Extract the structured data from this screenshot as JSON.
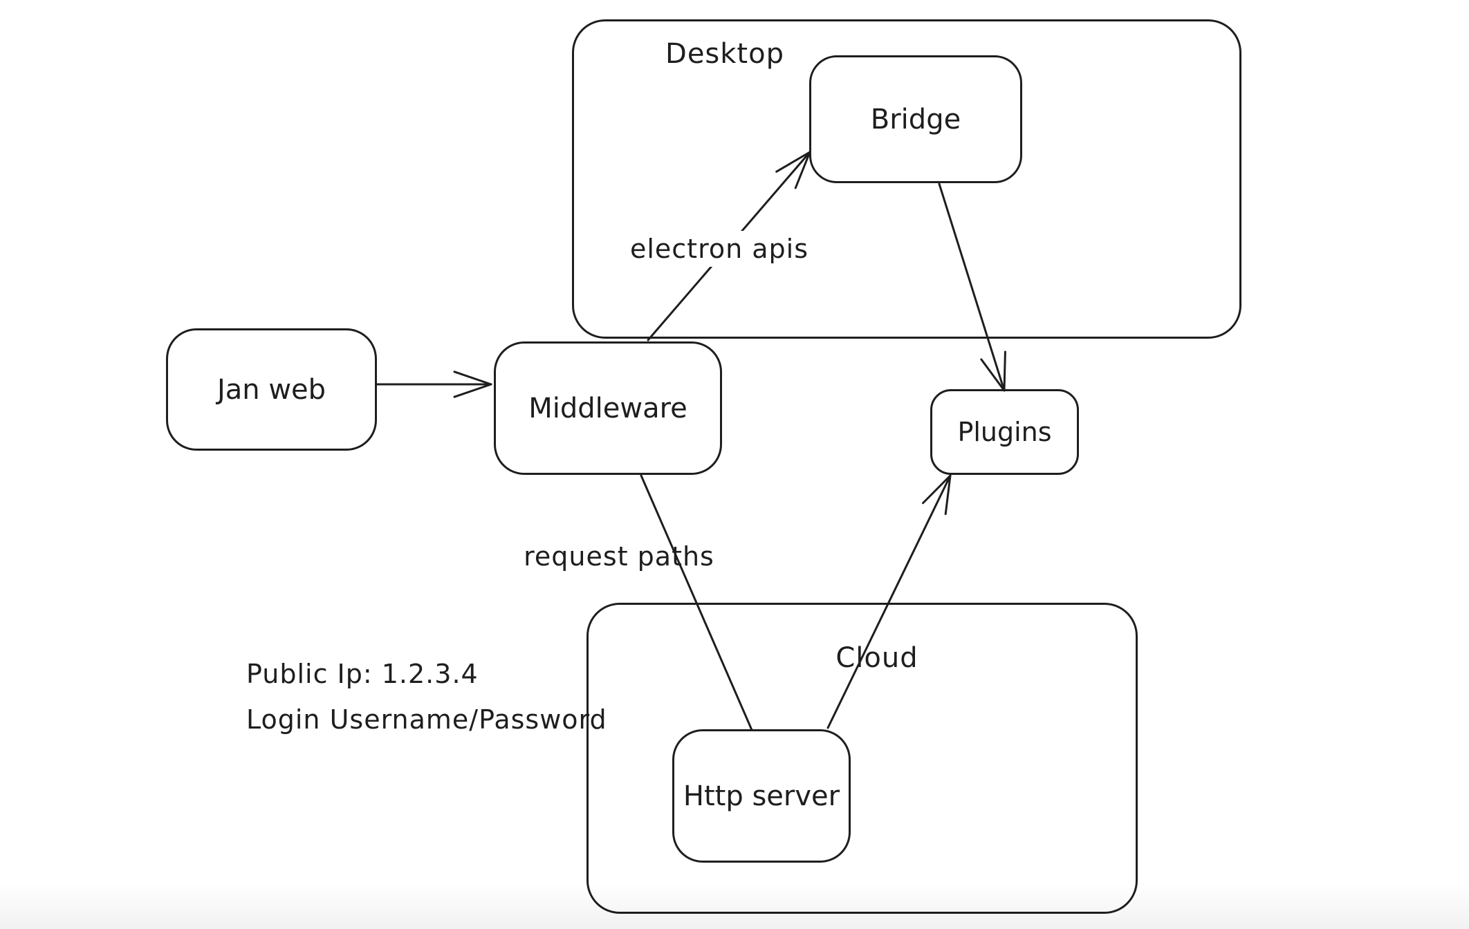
{
  "canvas": {
    "background": "#ffffff",
    "stroke_color": "#1e1e1e"
  },
  "containers": {
    "desktop": {
      "label": "Desktop"
    },
    "cloud": {
      "label": "Cloud"
    }
  },
  "nodes": {
    "jan_web": {
      "label": "Jan web"
    },
    "bridge": {
      "label": "Bridge"
    },
    "middleware": {
      "label": "Middleware"
    },
    "plugins": {
      "label": "Plugins"
    },
    "http_server": {
      "label": "Http server"
    }
  },
  "edge_labels": {
    "electron_apis": "electron apis",
    "request_paths": "request paths"
  },
  "annotation": {
    "line1": "Public Ip: 1.2.3.4",
    "line2": "Login Username/Password"
  }
}
